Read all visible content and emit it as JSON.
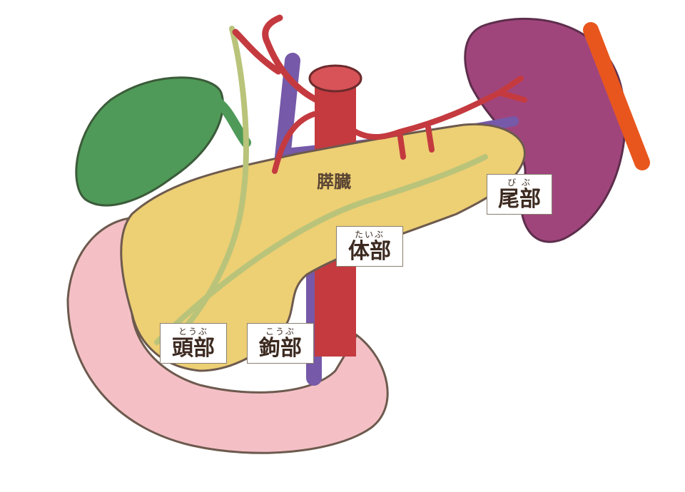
{
  "diagram": {
    "organ_name": "膵臓",
    "parts": [
      {
        "id": "tail",
        "reading": "び ぶ",
        "name": "尾部"
      },
      {
        "id": "body",
        "reading": "たいぶ",
        "name": "体部"
      },
      {
        "id": "head",
        "reading": "とうぶ",
        "name": "頭部"
      },
      {
        "id": "neck",
        "reading": "こうぶ",
        "name": "鉤部"
      }
    ],
    "colors": {
      "pancreas": "#edcf74",
      "duodenum": "#f4c0c6",
      "gallbladder": "#4f9a58",
      "spleen": "#a0457c",
      "artery": "#c43a3f",
      "vein": "#7659a8",
      "duct": "#b9c47a",
      "marker": "#e8561e"
    }
  }
}
